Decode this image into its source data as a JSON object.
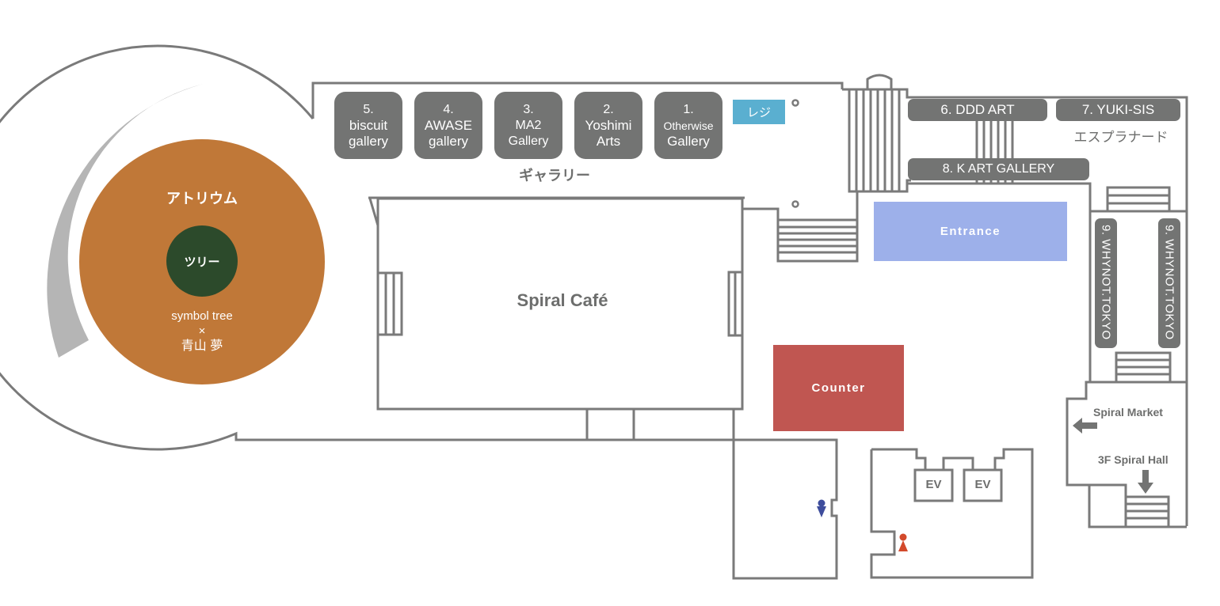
{
  "colors": {
    "wall": "#7a7a7a",
    "tile": "#737473",
    "atrium": "#c07838",
    "tree": "#2c4a2b",
    "arc": "#b5b5b5",
    "register": "#5aafd0",
    "entrance": "#9db0ea",
    "counter": "#c05651",
    "mens_icon": "#3e4d9c",
    "womens_icon": "#d34a2b"
  },
  "atrium": {
    "title": "アトリウム",
    "tree_label": "ツリー",
    "caption_line1": "symbol tree",
    "caption_line2": "×",
    "caption_line3": "青山 夢"
  },
  "gallery": {
    "area_label": "ギャラリー",
    "tiles": [
      {
        "number": "5.",
        "line1": "biscuit",
        "line2": "gallery"
      },
      {
        "number": "4.",
        "line1": "AWASE",
        "line2": "gallery"
      },
      {
        "number": "3.",
        "line1": "MA2",
        "line2": "Gallery"
      },
      {
        "number": "2.",
        "line1": "Yoshimi",
        "line2": "Arts"
      },
      {
        "number": "1.",
        "line1": "Otherwise",
        "line2": "Gallery"
      }
    ],
    "register_label": "レジ"
  },
  "esplanade": {
    "area_label": "エスプラナード",
    "booths": [
      {
        "label": "6. DDD ART"
      },
      {
        "label": "7. YUKI-SIS"
      },
      {
        "label": "8. K ART GALLERY"
      },
      {
        "label": "9. WHYNOT.TOKYO"
      },
      {
        "label": "9. WHYNOT.TOKYO"
      }
    ]
  },
  "cafe": {
    "label": "Spiral Café"
  },
  "entrance": {
    "label": "Entrance"
  },
  "counter": {
    "label": "Counter"
  },
  "elevators": [
    {
      "label": "EV"
    },
    {
      "label": "EV"
    }
  ],
  "directions": {
    "market": "Spiral Market",
    "hall": "3F Spiral Hall"
  },
  "restrooms": {
    "mens": "mens-restroom",
    "womens": "womens-restroom"
  }
}
